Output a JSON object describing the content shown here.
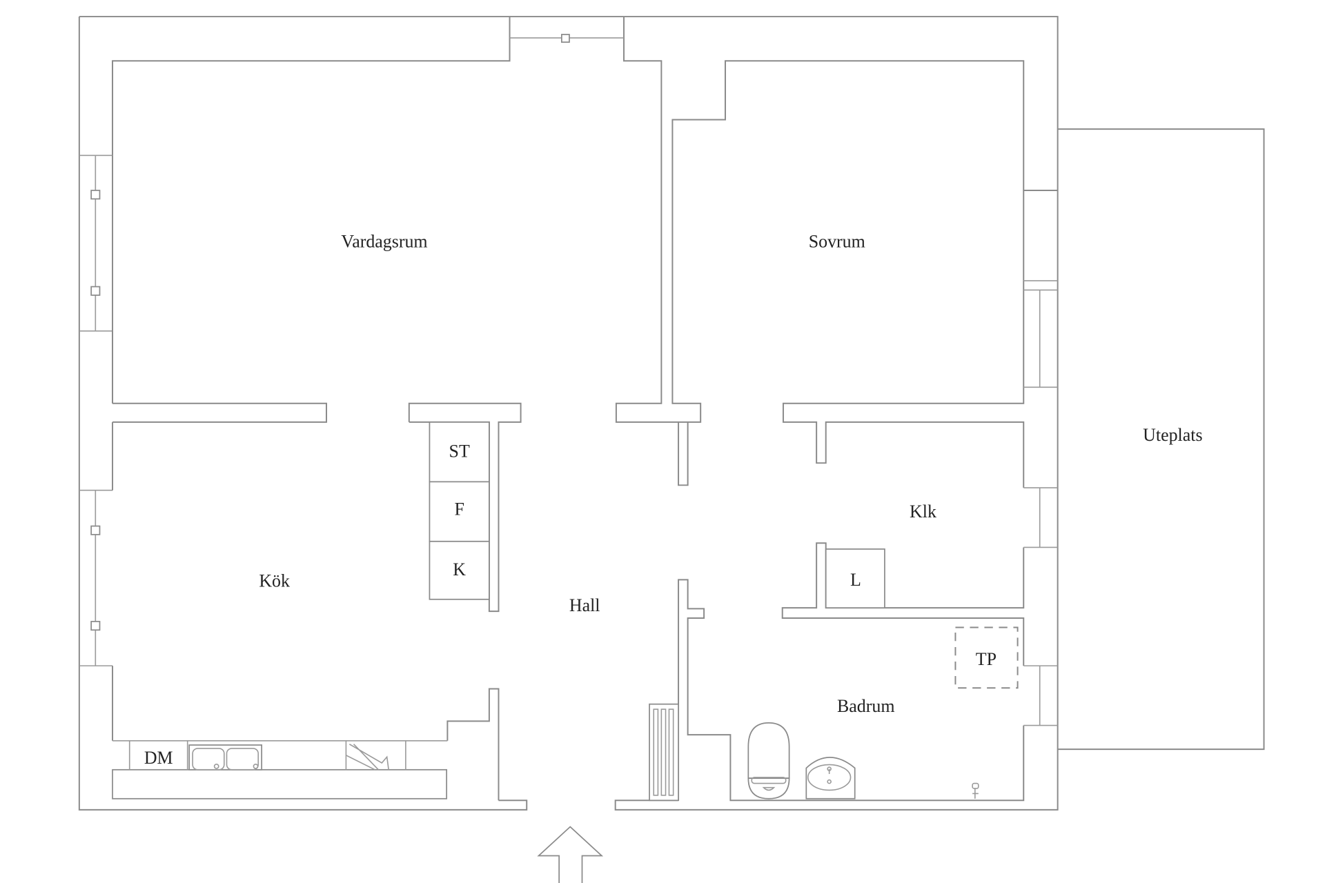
{
  "rooms": {
    "vardagsrum": "Vardagsrum",
    "sovrum": "Sovrum",
    "uteplats": "Uteplats",
    "klk": "Klk",
    "kok": "Kök",
    "hall": "Hall",
    "badrum": "Badrum"
  },
  "fixtures": {
    "st": "ST",
    "f": "F",
    "k": "K",
    "l": "L",
    "tp": "TP",
    "dm": "DM"
  },
  "colors": {
    "wall": "#8a8a8a",
    "text": "#222222",
    "background": "#ffffff"
  },
  "icons": [
    "entrance-arrow-icon",
    "sink-icon",
    "toilet-icon",
    "washbasin-icon",
    "radiator-icon",
    "stove-icon",
    "floor-drain-icon"
  ]
}
